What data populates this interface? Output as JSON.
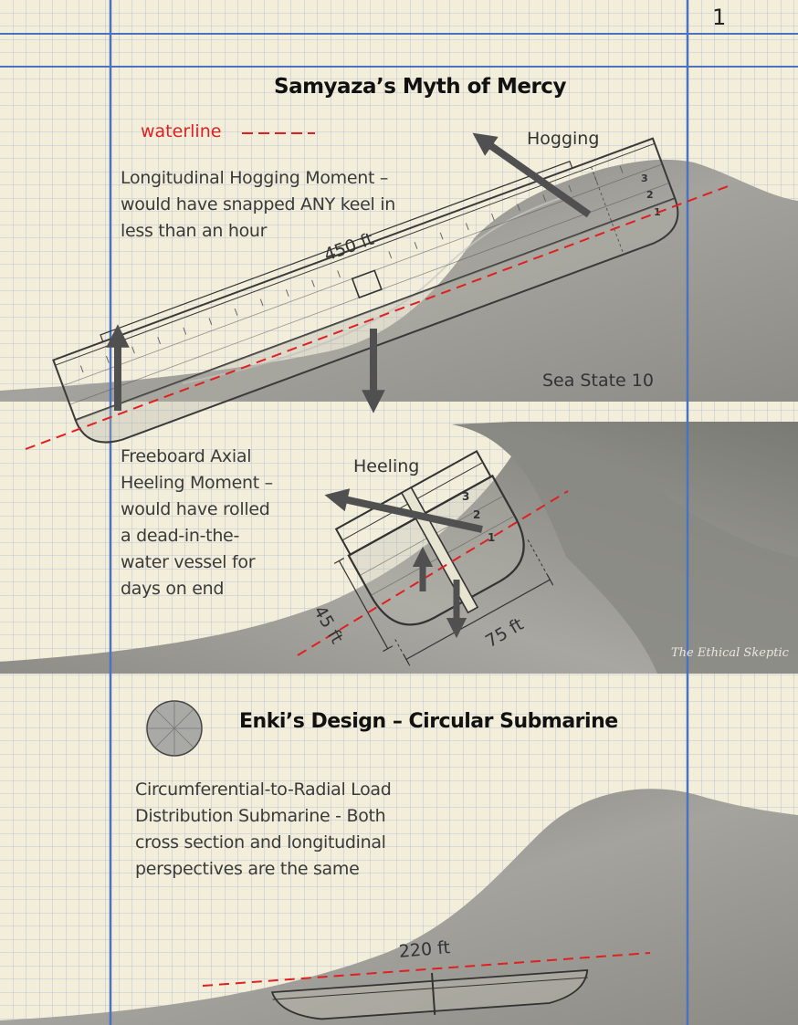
{
  "page_number": "1",
  "title": "Samyaza’s Myth of Mercy",
  "legend": {
    "waterline_label": "waterline",
    "waterline_color": "#e02020"
  },
  "top_scene": {
    "hogging_label": "Hogging",
    "hogging_note": [
      "Longitudinal Hogging Moment –",
      "would have snapped ANY keel in",
      "less than an hour"
    ],
    "length_label": "450 ft",
    "sea_state": "Sea State 10",
    "compartments": [
      "3",
      "2",
      "1"
    ]
  },
  "middle_scene": {
    "heeling_label": "Heeling",
    "heeling_note": [
      "Freeboard Axial",
      "Heeling Moment –",
      "would have rolled",
      "a dead-in-the-",
      "water vessel for",
      "days on end"
    ],
    "height_label": "45 ft",
    "width_label": "75 ft",
    "compartments": [
      "3",
      "2",
      "1"
    ],
    "watermark": "The Ethical Skeptic"
  },
  "bottom_scene": {
    "title": "Enki’s Design – Circular Submarine",
    "note": [
      "Circumferential-to-Radial Load",
      "Distribution Submarine - Both",
      "cross section and longitudinal",
      "perspectives are the same"
    ],
    "length_label": "220 ft"
  },
  "colors": {
    "paper": "#f3eeda",
    "grid": "#a9b7d4",
    "rule": "#4a72c0",
    "arrow": "#505050",
    "wave": "#8f8f8b"
  }
}
